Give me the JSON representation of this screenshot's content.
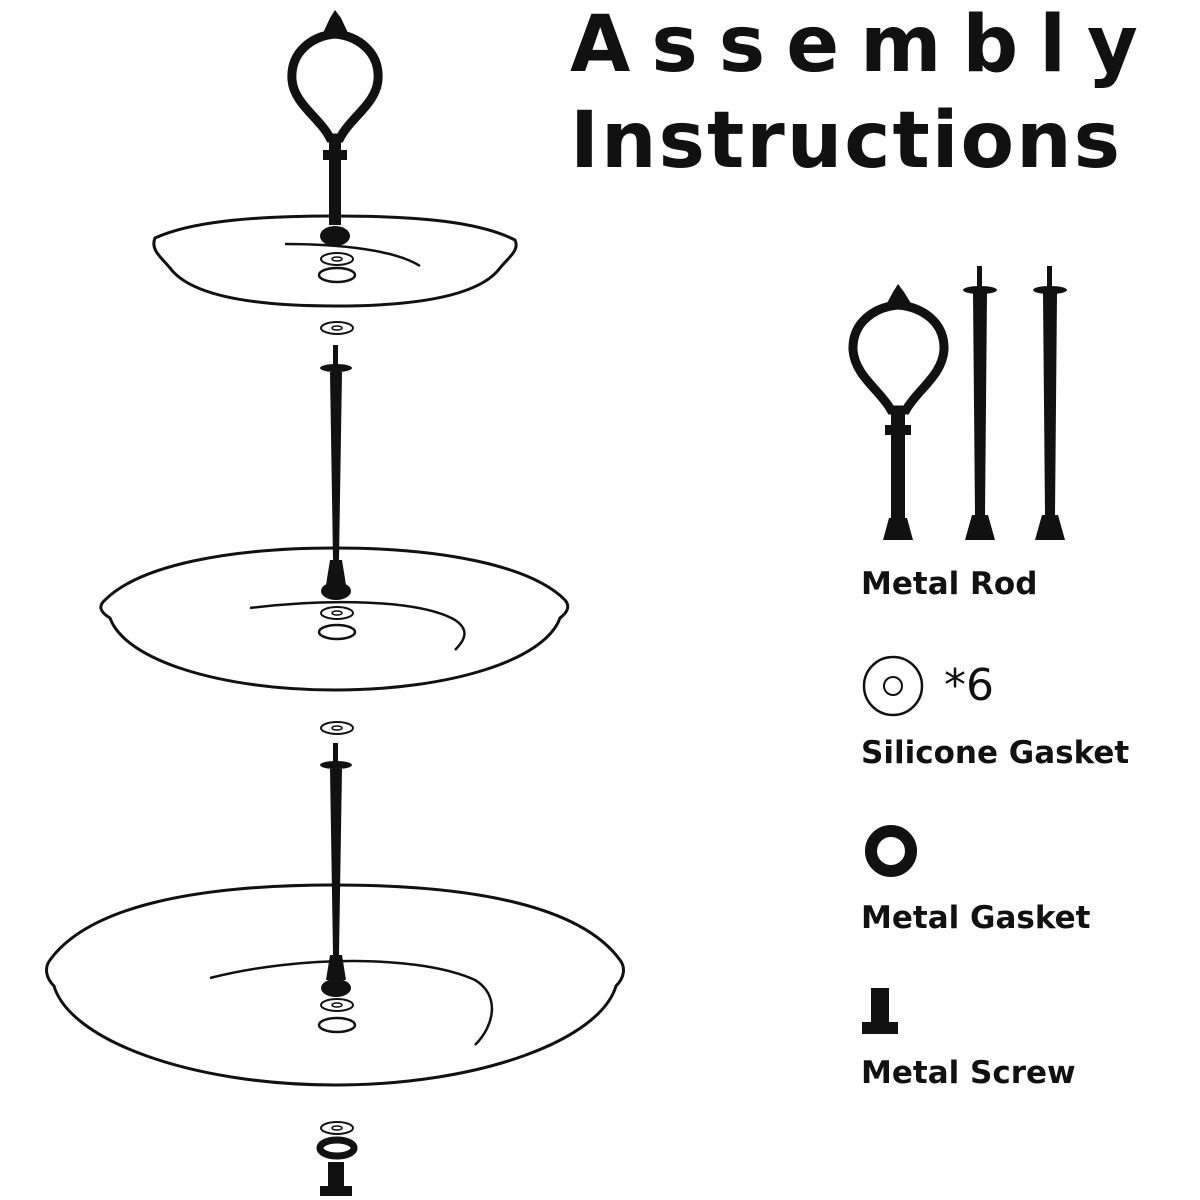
{
  "title": {
    "line1": "Assembly",
    "line2": "Instructions"
  },
  "parts": {
    "metal_rod": {
      "label": "Metal Rod"
    },
    "silicone_gasket": {
      "label": "Silicone Gasket",
      "quantity": "*6"
    },
    "metal_gasket": {
      "label": "Metal Gasket"
    },
    "metal_screw": {
      "label": "Metal Screw"
    }
  }
}
